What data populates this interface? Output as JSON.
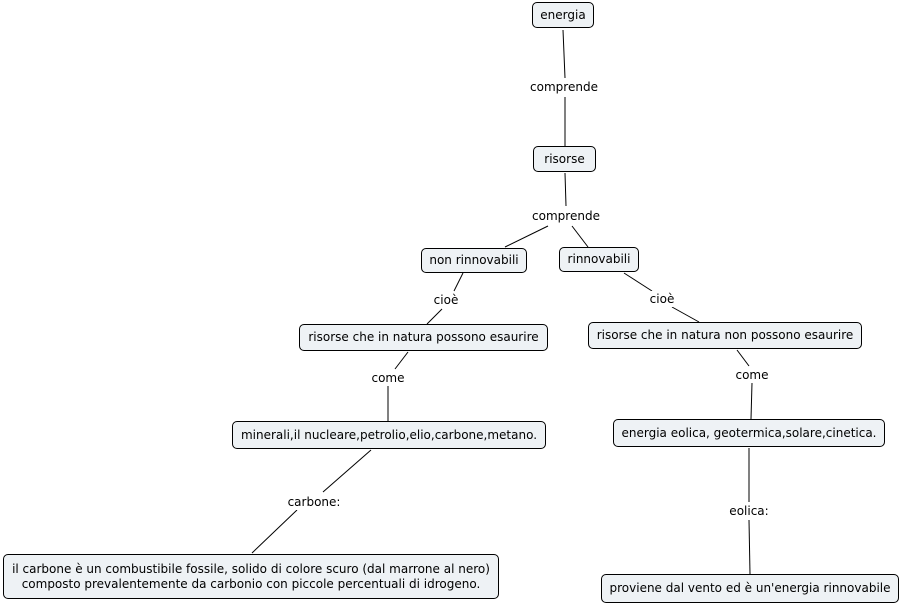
{
  "nodes": {
    "energia": "energia",
    "risorse": "risorse",
    "non_rinnovabili": "non rinnovabili",
    "rinnovabili": "rinnovabili",
    "risorse_esaurire": "risorse che in natura possono esaurire",
    "risorse_non_esaurire": "risorse che in natura non possono esaurire",
    "minerali": "minerali,il nucleare,petrolio,elio,carbone,metano.",
    "energia_eolica": "energia eolica, geotermica,solare,cinetica.",
    "carbone_line1": "il carbone è un combustibile fossile, solido di colore scuro (dal marrone al nero)",
    "carbone_line2": "composto prevalentemente da carbonio con piccole percentuali di idrogeno.",
    "vento": "proviene dal vento ed è un'energia rinnovabile"
  },
  "links": {
    "comprende_1": "comprende",
    "comprende_2": "comprende",
    "cioe_left": "cioè",
    "cioe_right": "cioè",
    "come_left": "come",
    "come_right": "come",
    "carbone": "carbone:",
    "eolica": "eolica:"
  },
  "colors": {
    "node_fill": "#eef2f5",
    "node_border": "#000000",
    "line": "#000000",
    "background": "#ffffff"
  }
}
